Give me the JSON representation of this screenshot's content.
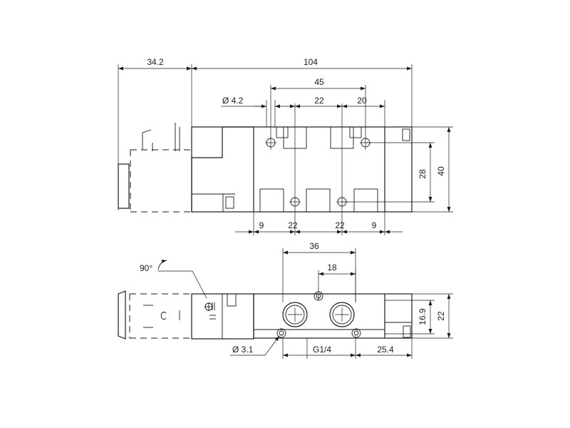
{
  "dimensions": {
    "top_view": {
      "overall_length": "104",
      "coil_length": "34.2",
      "mounting_hole_spacing": "45",
      "mounting_hole_dia": "Ø 4.2",
      "port_pitch_upper": "22",
      "port_offset_upper": "20",
      "port_pitch_lower_left": "22",
      "port_pitch_lower_right": "22",
      "edge_left": "9",
      "edge_right": "9",
      "hole_row_spacing": "28",
      "body_width": "40"
    },
    "side_view": {
      "port_spacing": "36",
      "pilot_offset": "18",
      "port_height": "16.9",
      "body_height": "22",
      "mounting_hole_dia": "Ø 3.1",
      "thread": "G1/4",
      "end_offset": "25.4",
      "rotation": "90°"
    }
  }
}
